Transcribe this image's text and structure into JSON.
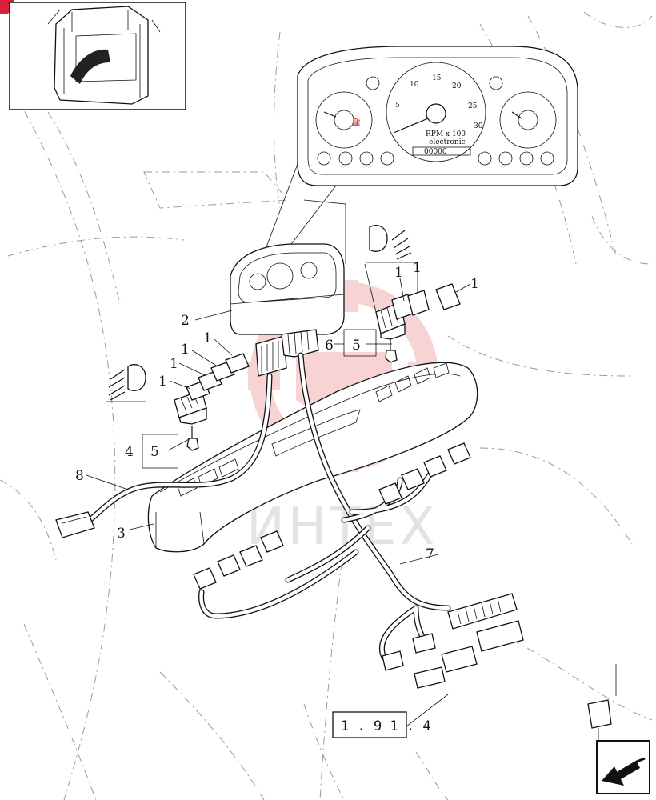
{
  "callouts": {
    "c1a": "1",
    "c1b": "1",
    "c1c": "1",
    "c1d": "1",
    "c1e": "1",
    "c1f": "1",
    "c1g": "1",
    "c2": "2",
    "c3": "3",
    "c4": "4",
    "c5a": "5",
    "c5b": "5",
    "c6": "6",
    "c7": "7",
    "c8": "8"
  },
  "reference_box": "1 . 9 1 . 4",
  "instrument_panel": {
    "tach_ticks": [
      "5",
      "10",
      "15",
      "20",
      "25",
      "30"
    ],
    "unit_line1": "RPM x 100",
    "unit_line2": "electronic",
    "counter": "00000"
  },
  "watermark": "ИНТЕХ",
  "colors": {
    "watermark": "#f3b0b0",
    "badge": "#d8213a",
    "line": "#111111"
  },
  "icons": [
    "cab-thumbnail",
    "headlight-icon",
    "next-page-arrow-icon"
  ]
}
